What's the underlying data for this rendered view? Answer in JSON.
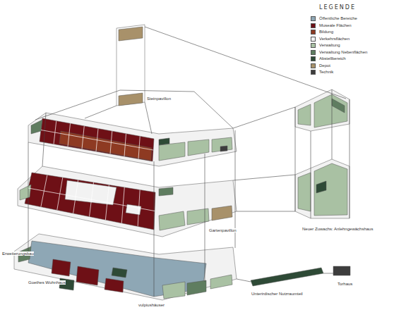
{
  "diagram": {
    "labels": [
      "LEGENDE",
      "Steinpavillon",
      "Neuer Zuwachs: Anlehngewächshaus",
      "Gartenpavillon",
      "Erweiterungsbau",
      "Goethes Wohnhaus",
      "vulpiushäuser",
      "Unterirdischer Nutzraumteil",
      "Torhaus"
    ],
    "legend": [
      {
        "text": "Öffentliche Bereiche",
        "color": "#8ea7b5"
      },
      {
        "text": "Museale Flächen",
        "color": "#6e1016"
      },
      {
        "text": "Bildung",
        "color": "#8e3a22"
      },
      {
        "text": "Verkehrsflächen",
        "color": "#f2f2f2"
      },
      {
        "text": "Verwaltung",
        "color": "#a9c1a3"
      },
      {
        "text": "Verwaltung Nebenflächen",
        "color": "#5f7d60"
      },
      {
        "text": "Abstellbereich",
        "color": "#2e4a36"
      },
      {
        "text": "Depot",
        "color": "#a8916a"
      },
      {
        "text": "Technik",
        "color": "#3d3d3d"
      }
    ]
  }
}
